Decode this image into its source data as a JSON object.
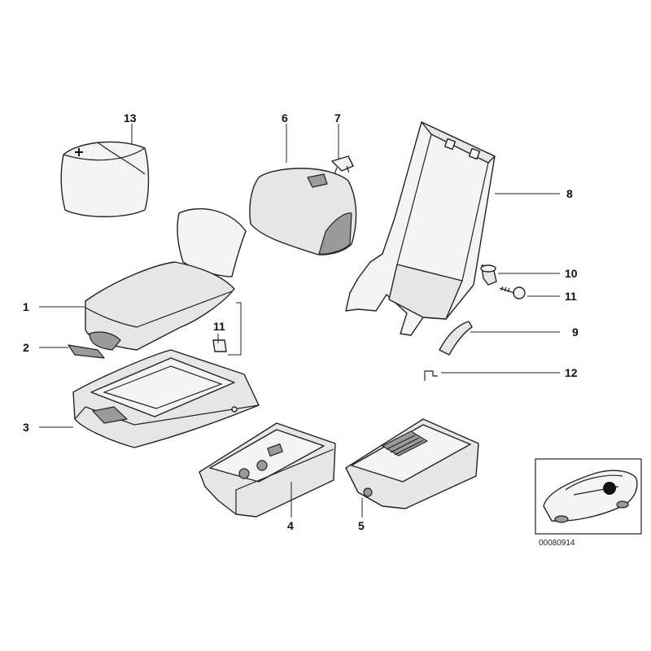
{
  "callouts": [
    {
      "id": "c1",
      "number": "1"
    },
    {
      "id": "c2",
      "number": "2"
    },
    {
      "id": "c3",
      "number": "3"
    },
    {
      "id": "c4",
      "number": "4"
    },
    {
      "id": "c5",
      "number": "5"
    },
    {
      "id": "c6",
      "number": "6"
    },
    {
      "id": "c7",
      "number": "7"
    },
    {
      "id": "c8",
      "number": "8"
    },
    {
      "id": "c9",
      "number": "9"
    },
    {
      "id": "c10",
      "number": "10"
    },
    {
      "id": "c11a",
      "number": "11"
    },
    {
      "id": "c11b",
      "number": "11"
    },
    {
      "id": "c12",
      "number": "12"
    },
    {
      "id": "c13",
      "number": "13"
    }
  ],
  "inset": {
    "reference_code": "00080914",
    "icon": "car-location-icon",
    "marker_color": "#111111"
  },
  "colors": {
    "line": "#222222",
    "part_fill": "#e6e6e6",
    "part_dark": "#9a9a9a"
  }
}
